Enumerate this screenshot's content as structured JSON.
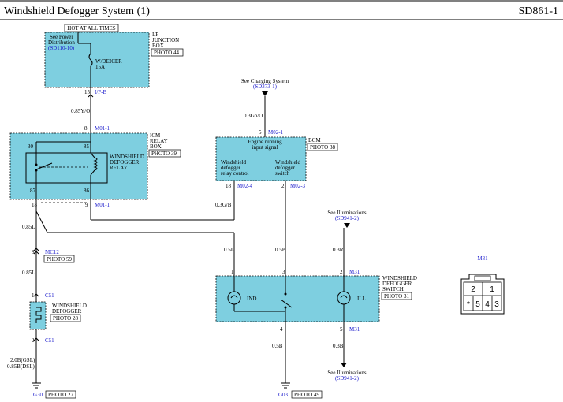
{
  "header": {
    "title": "Windshield Defogger System (1)",
    "code": "SD861-1"
  },
  "junction_box": {
    "hot": "HOT AT ALL TIMES",
    "see_power_1": "See Power",
    "see_power_2": "Distribution",
    "see_power_ref": "(SD110-10)",
    "name_1": "I/P",
    "name_2": "JUNCTION",
    "name_3": "BOX",
    "photo": "PHOTO 44",
    "fuse_1": "W/DEICER",
    "fuse_2": "15A",
    "pin": "15",
    "conn": "I/P-B"
  },
  "wire_1": "0.85Y/O",
  "icm": {
    "name_1": "ICM",
    "name_2": "RELAY",
    "name_3": "BOX",
    "photo": "PHOTO 39",
    "relay_1": "WINDSHIELD",
    "relay_2": "DEFOGGER",
    "relay_3": "RELAY",
    "top_pin": "8",
    "top_conn": "M01-1",
    "p30": "30",
    "p85": "85",
    "p87": "87",
    "p86": "86",
    "pin18": "18",
    "pin9": "9",
    "conn_bottom": "M01-1"
  },
  "charging": {
    "see": "See Charging System",
    "ref": "(SD373-1)"
  },
  "wire_charging": "0.3Gn/O",
  "bcm": {
    "pin5": "5",
    "conn_top": "M02-1",
    "name": "BCM",
    "photo": "PHOTO 38",
    "engine_1": "Engine running",
    "engine_2": "input signal",
    "left_1": "Windshield",
    "left_2": "defogger",
    "left_3": "relay control",
    "right_1": "Windshield",
    "right_2": "defogger",
    "right_3": "switch",
    "pin18": "18",
    "conn_left": "M02-4",
    "pin2": "2",
    "conn_right": "M02-3"
  },
  "wire_gb": "0.3G/B",
  "wire_085L_a": "0.85L",
  "mc12": {
    "pin": "8",
    "conn": "MC12",
    "photo": "PHOTO 59"
  },
  "wire_085L_b": "0.85L",
  "defogger": {
    "pin1": "1",
    "conn1": "C51",
    "name_1": "WINDSHIELD",
    "name_2": "DEFOGGER",
    "photo": "PHOTO 28",
    "pin2": "2",
    "conn2": "C51"
  },
  "wire_ground_1": "2.0B(GSL)",
  "wire_ground_2": "0.85B(DSL)",
  "g30": {
    "name": "G30",
    "photo": "PHOTO 27"
  },
  "wire_05L": "0.5L",
  "wire_05P": "0.5P",
  "illum_top": {
    "see": "See Illuminations",
    "ref": "(SD941-2)"
  },
  "wire_03R": "0.3R",
  "switch": {
    "name_1": "WINDSHIELD",
    "name_2": "DEFOGGER",
    "name_3": "SWITCH",
    "photo": "PHOTO 31",
    "pin1": "1",
    "pin3": "3",
    "pin2": "2",
    "conn_top": "M31",
    "ind": "IND.",
    "ill": "ILL.",
    "pin4": "4",
    "pin5": "5",
    "conn_bottom": "M31"
  },
  "wire_05B": "0.5B",
  "wire_03B": "0.3B",
  "illum_bottom": {
    "see": "See Illuminations",
    "ref": "(SD941-2)"
  },
  "g03": {
    "name": "G03",
    "photo": "PHOTO 49"
  },
  "connector_view": {
    "name": "M31",
    "pins_top": [
      "2",
      "1"
    ],
    "pins_bottom": [
      "*",
      "5",
      "4",
      "3"
    ]
  },
  "colors": {
    "box_fill": "#7ecfe0",
    "ref_text": "#1a1acc"
  }
}
